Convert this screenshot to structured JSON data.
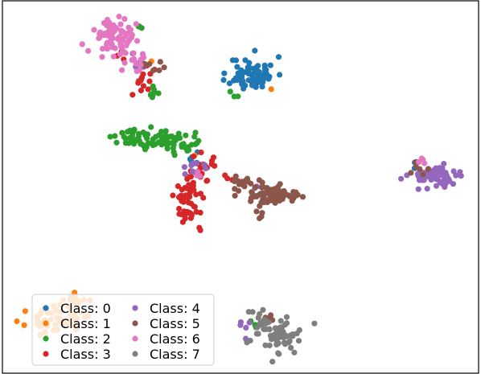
{
  "chart_data": {
    "type": "scatter",
    "title": "",
    "xlabel": "",
    "ylabel": "",
    "xlim": [
      0,
      100
    ],
    "ylim": [
      0,
      100
    ],
    "axes_visible": false,
    "grid": false,
    "legend": {
      "placement": "lower-left",
      "columns": 2
    },
    "series": [
      {
        "name": "Class: 0",
        "color": "#1f77b4",
        "seed": 11,
        "clusters": [
          {
            "cx": 52.5,
            "cy": 80.5,
            "sx": 2.4,
            "sy": 2.3,
            "n": 70
          },
          {
            "cx": 86.4,
            "cy": 55.5,
            "sx": 0.5,
            "sy": 0.6,
            "n": 2
          },
          {
            "cx": 40.3,
            "cy": 57.0,
            "sx": 1.0,
            "sy": 1.2,
            "n": 5
          },
          {
            "cx": 15.2,
            "cy": 20.0,
            "sx": 0.6,
            "sy": 0.5,
            "n": 3
          }
        ]
      },
      {
        "name": "Class: 1",
        "color": "#ff7f0e",
        "seed": 23,
        "clusters": [
          {
            "cx": 11.0,
            "cy": 14.2,
            "sx": 3.0,
            "sy": 1.6,
            "n": 60
          },
          {
            "cx": 14.5,
            "cy": 20.0,
            "sx": 1.5,
            "sy": 1.0,
            "n": 14
          },
          {
            "cx": 30.5,
            "cy": 84.0,
            "sx": 0.4,
            "sy": 0.4,
            "n": 1
          },
          {
            "cx": 56.5,
            "cy": 76.0,
            "sx": 0.4,
            "sy": 0.4,
            "n": 1
          },
          {
            "cx": 40.3,
            "cy": 58.5,
            "sx": 0.4,
            "sy": 0.4,
            "n": 1
          }
        ]
      },
      {
        "name": "Class: 2",
        "color": "#2ca02c",
        "seed": 37,
        "clusters": [
          {
            "cx": 32.0,
            "cy": 63.0,
            "sx": 4.0,
            "sy": 1.3,
            "n": 70
          },
          {
            "cx": 38.0,
            "cy": 61.0,
            "sx": 2.5,
            "sy": 1.0,
            "n": 16
          },
          {
            "cx": 31.5,
            "cy": 75.5,
            "sx": 0.7,
            "sy": 1.3,
            "n": 8
          },
          {
            "cx": 28.5,
            "cy": 93.0,
            "sx": 0.6,
            "sy": 0.6,
            "n": 3
          },
          {
            "cx": 53.0,
            "cy": 14.0,
            "sx": 1.0,
            "sy": 1.0,
            "n": 4
          },
          {
            "cx": 48.5,
            "cy": 75.0,
            "sx": 0.8,
            "sy": 0.8,
            "n": 3
          }
        ]
      },
      {
        "name": "Class: 3",
        "color": "#d62728",
        "seed": 41,
        "clusters": [
          {
            "cx": 39.5,
            "cy": 46.5,
            "sx": 1.6,
            "sy": 3.2,
            "n": 55
          },
          {
            "cx": 42.0,
            "cy": 55.0,
            "sx": 1.6,
            "sy": 2.2,
            "n": 18
          },
          {
            "cx": 29.5,
            "cy": 79.0,
            "sx": 1.4,
            "sy": 2.0,
            "n": 14
          },
          {
            "cx": 25.0,
            "cy": 85.0,
            "sx": 0.8,
            "sy": 0.8,
            "n": 3
          },
          {
            "cx": 50.0,
            "cy": 52.0,
            "sx": 1.5,
            "sy": 0.8,
            "n": 4
          }
        ]
      },
      {
        "name": "Class: 4",
        "color": "#9467bd",
        "seed": 53,
        "clusters": [
          {
            "cx": 91.0,
            "cy": 53.0,
            "sx": 2.7,
            "sy": 1.5,
            "n": 70
          },
          {
            "cx": 40.0,
            "cy": 56.0,
            "sx": 1.4,
            "sy": 1.2,
            "n": 10
          },
          {
            "cx": 28.0,
            "cy": 84.0,
            "sx": 1.2,
            "sy": 0.8,
            "n": 5
          },
          {
            "cx": 51.0,
            "cy": 12.5,
            "sx": 0.8,
            "sy": 1.2,
            "n": 5
          },
          {
            "cx": 53.5,
            "cy": 50.0,
            "sx": 0.7,
            "sy": 0.7,
            "n": 3
          }
        ]
      },
      {
        "name": "Class: 5",
        "color": "#8c564b",
        "seed": 67,
        "clusters": [
          {
            "cx": 57.0,
            "cy": 47.5,
            "sx": 2.8,
            "sy": 1.3,
            "n": 70
          },
          {
            "cx": 50.5,
            "cy": 50.5,
            "sx": 2.0,
            "sy": 0.9,
            "n": 18
          },
          {
            "cx": 54.0,
            "cy": 43.0,
            "sx": 0.6,
            "sy": 0.8,
            "n": 4
          },
          {
            "cx": 31.5,
            "cy": 82.5,
            "sx": 1.0,
            "sy": 1.3,
            "n": 8
          },
          {
            "cx": 87.5,
            "cy": 55.0,
            "sx": 1.0,
            "sy": 0.8,
            "n": 6
          },
          {
            "cx": 55.5,
            "cy": 14.5,
            "sx": 0.9,
            "sy": 0.7,
            "n": 4
          }
        ]
      },
      {
        "name": "Class: 6",
        "color": "#e377c2",
        "seed": 79,
        "clusters": [
          {
            "cx": 23.5,
            "cy": 91.0,
            "sx": 2.2,
            "sy": 2.4,
            "n": 75
          },
          {
            "cx": 27.5,
            "cy": 84.0,
            "sx": 1.4,
            "sy": 1.4,
            "n": 14
          },
          {
            "cx": 89.0,
            "cy": 57.0,
            "sx": 0.8,
            "sy": 0.6,
            "n": 4
          },
          {
            "cx": 41.0,
            "cy": 53.5,
            "sx": 0.8,
            "sy": 0.6,
            "n": 3
          }
        ]
      },
      {
        "name": "Class: 7",
        "color": "#7f7f7f",
        "seed": 97,
        "clusters": [
          {
            "cx": 57.0,
            "cy": 10.0,
            "sx": 2.8,
            "sy": 2.4,
            "n": 70
          },
          {
            "cx": 54.5,
            "cy": 14.5,
            "sx": 1.6,
            "sy": 1.3,
            "n": 12
          }
        ]
      }
    ]
  }
}
